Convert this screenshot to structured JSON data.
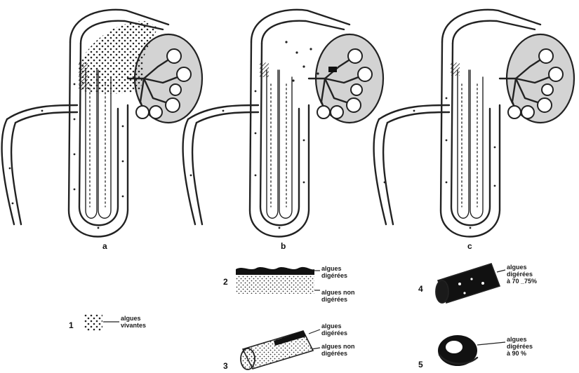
{
  "panels": [
    "a",
    "b",
    "c"
  ],
  "legend": {
    "item1": {
      "number": "1",
      "lines": [
        "algues",
        "vivantes"
      ]
    },
    "item2": {
      "number": "2",
      "upper_lines": [
        "algues",
        "digérées"
      ],
      "lower_lines": [
        "algues non",
        "digérées"
      ]
    },
    "item3": {
      "number": "3",
      "upper_lines": [
        "algues",
        "digérées"
      ],
      "lower_lines": [
        "algues non",
        "digérées"
      ]
    },
    "item4": {
      "number": "4",
      "lines": [
        "algues",
        "digérées",
        "à 70 _75%"
      ]
    },
    "item5": {
      "number": "5",
      "lines": [
        "algues",
        "digérées",
        "à 90 %"
      ]
    }
  },
  "colors": {
    "ink": "#222222",
    "gland_fill": "#d3d3d3",
    "background": "#ffffff"
  }
}
